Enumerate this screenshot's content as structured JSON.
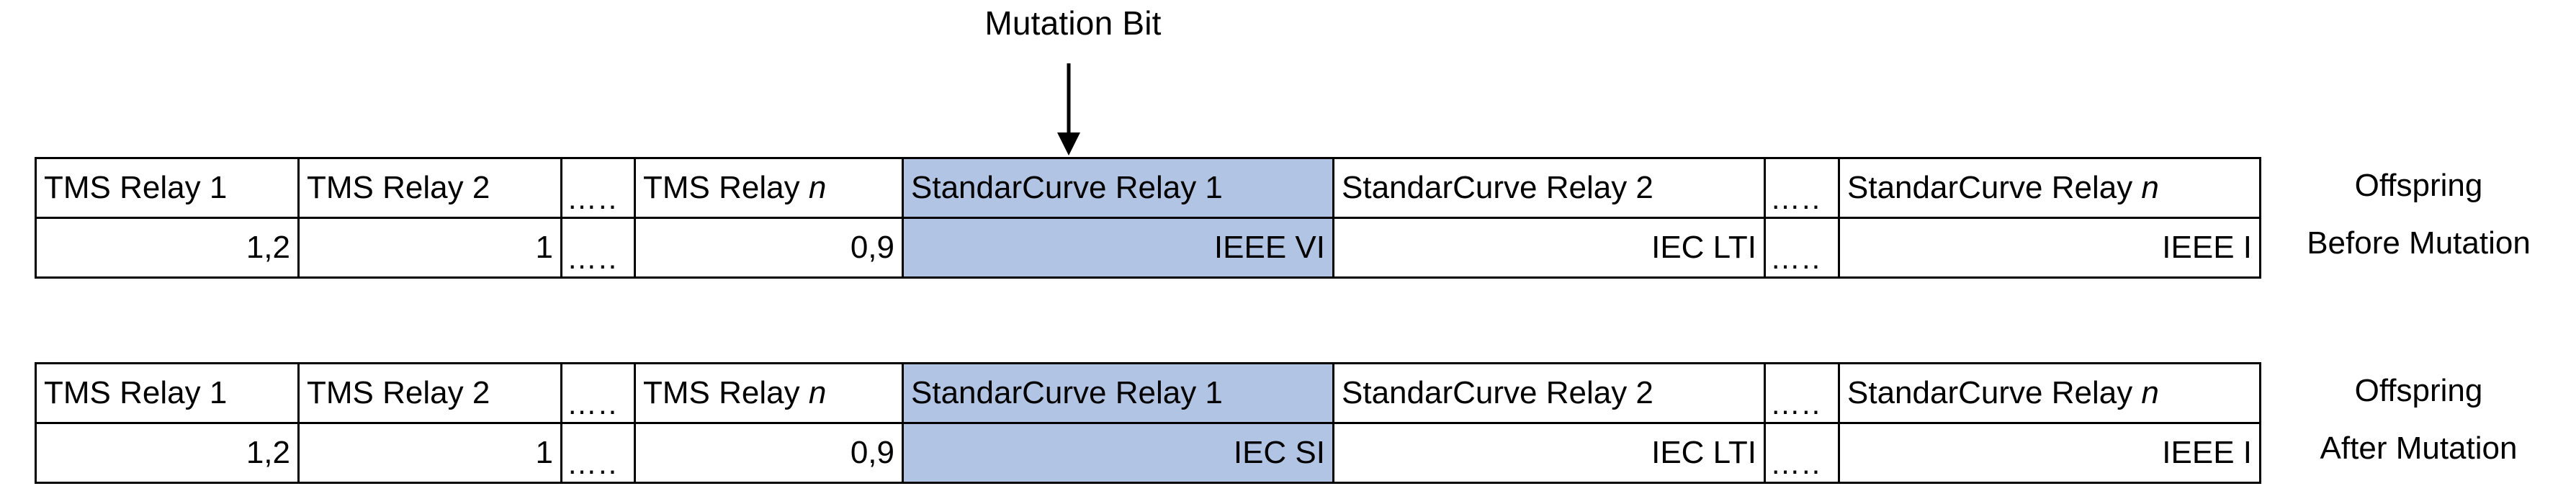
{
  "annotation": {
    "label": "Mutation Bit",
    "arrow_icon": "down-arrow-icon"
  },
  "highlight_color": "#b2c4e3",
  "ellipsis": "…..",
  "columns": [
    {
      "key": "tms1",
      "header": "TMS Relay 1",
      "italic_suffix": ""
    },
    {
      "key": "tms2",
      "header": "TMS Relay 2",
      "italic_suffix": ""
    },
    {
      "key": "dots1",
      "header": "…..",
      "italic_suffix": ""
    },
    {
      "key": "tmsn",
      "header": "TMS Relay ",
      "italic_suffix": "n"
    },
    {
      "key": "sc1",
      "header": "StandarCurve Relay 1",
      "italic_suffix": ""
    },
    {
      "key": "sc2",
      "header": "StandarCurve Relay 2",
      "italic_suffix": ""
    },
    {
      "key": "dots2",
      "header": "…..",
      "italic_suffix": ""
    },
    {
      "key": "scn",
      "header": "StandarCurve Relay ",
      "italic_suffix": "n"
    }
  ],
  "tables": [
    {
      "id": "before",
      "side_title": "Offspring",
      "side_state": "Before Mutation",
      "headers": [
        "TMS Relay 1",
        "TMS Relay 2",
        "…..",
        "TMS Relay ",
        "StandarCurve Relay 1",
        "StandarCurve Relay 2",
        "…..",
        "StandarCurve Relay "
      ],
      "header_italics": [
        "",
        "",
        "",
        "n",
        "",
        "",
        "",
        "n"
      ],
      "values": [
        "1,2",
        "1",
        "…..",
        "0,9",
        "IEEE VI",
        "IEC LTI",
        "…..",
        "IEEE I"
      ],
      "highlight_index": 4
    },
    {
      "id": "after",
      "side_title": "Offspring",
      "side_state": "After Mutation",
      "headers": [
        "TMS Relay 1",
        "TMS Relay 2",
        "…..",
        "TMS Relay ",
        "StandarCurve Relay 1",
        "StandarCurve Relay 2",
        "…..",
        "StandarCurve Relay "
      ],
      "header_italics": [
        "",
        "",
        "",
        "n",
        "",
        "",
        "",
        "n"
      ],
      "values": [
        "1,2",
        "1",
        "…..",
        "0,9",
        "IEC SI",
        "IEC LTI",
        "…..",
        "IEEE I"
      ],
      "highlight_index": 4
    }
  ]
}
